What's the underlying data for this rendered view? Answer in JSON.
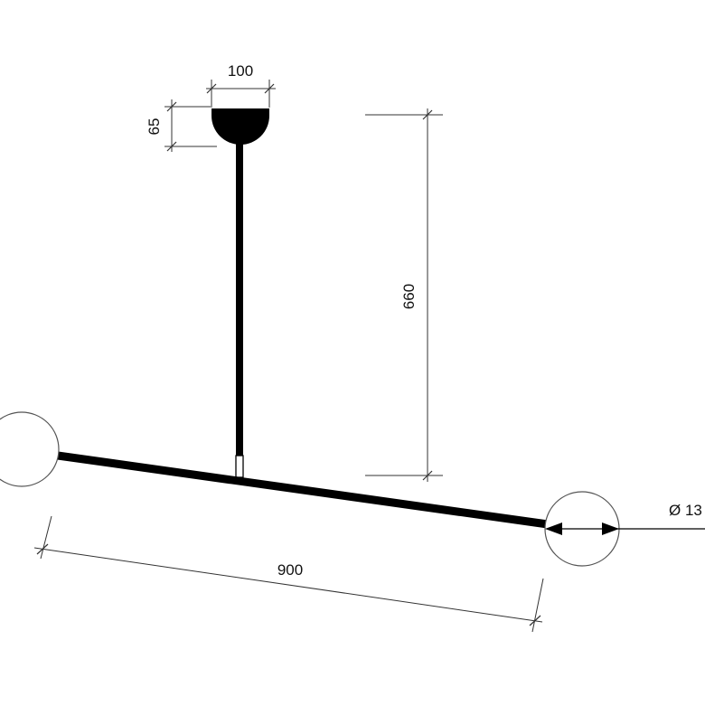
{
  "dimensions": {
    "canopy_width": "100",
    "canopy_height": "65",
    "drop_height": "660",
    "bar_length": "900",
    "globe_diameter": "Ø 13"
  },
  "colors": {
    "ink": "#000000",
    "line": "#333333",
    "background": "#ffffff"
  }
}
